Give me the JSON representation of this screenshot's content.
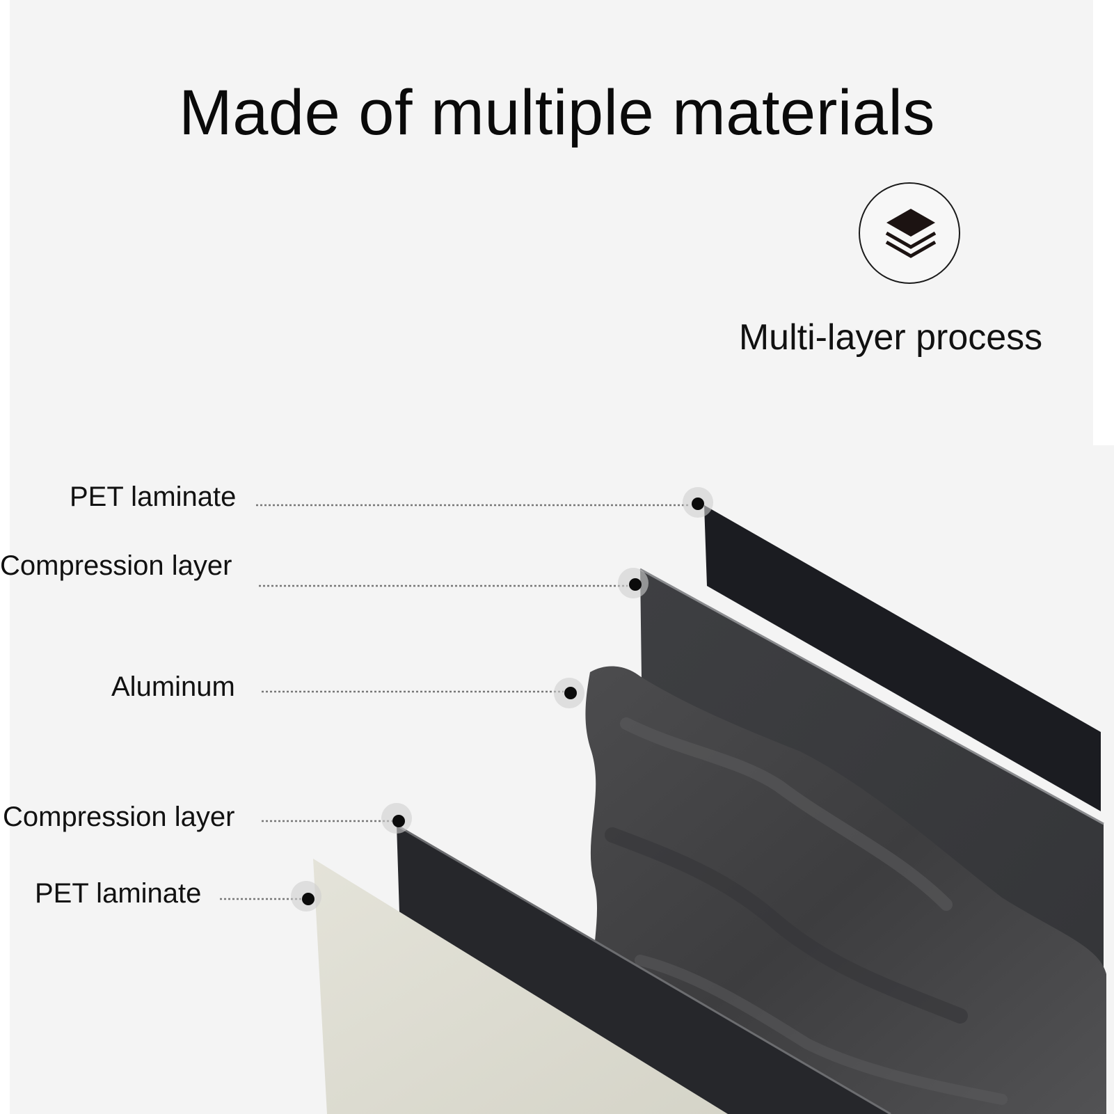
{
  "title": "Made of multiple materials",
  "badge": {
    "icon": "layers-icon",
    "label": "Multi-layer process"
  },
  "layers": [
    {
      "label": "PET laminate",
      "color": "#1b1c21"
    },
    {
      "label": "Compression layer",
      "color": "#3a3b3e"
    },
    {
      "label": "Aluminum",
      "color": "#4a4a4c"
    },
    {
      "label": "Compression layer",
      "color": "#26272b"
    },
    {
      "label": "PET laminate",
      "color": "#deddd2"
    }
  ]
}
